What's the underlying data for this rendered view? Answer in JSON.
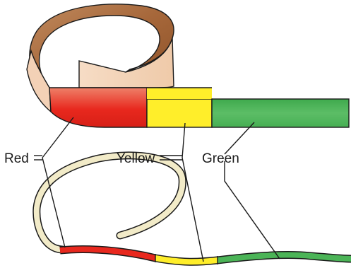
{
  "diagram": {
    "labels": {
      "red": "Red",
      "yellow": "Yellow",
      "green": "Green"
    },
    "colors": {
      "red": "#e8281e",
      "yellow": "#ffee2a",
      "green": "#4bb457",
      "tape_outer": "#a8683a",
      "tape_inner": "#f3d4b8",
      "cord": "#f2ebc8",
      "outline": "#1a1a1a"
    }
  }
}
